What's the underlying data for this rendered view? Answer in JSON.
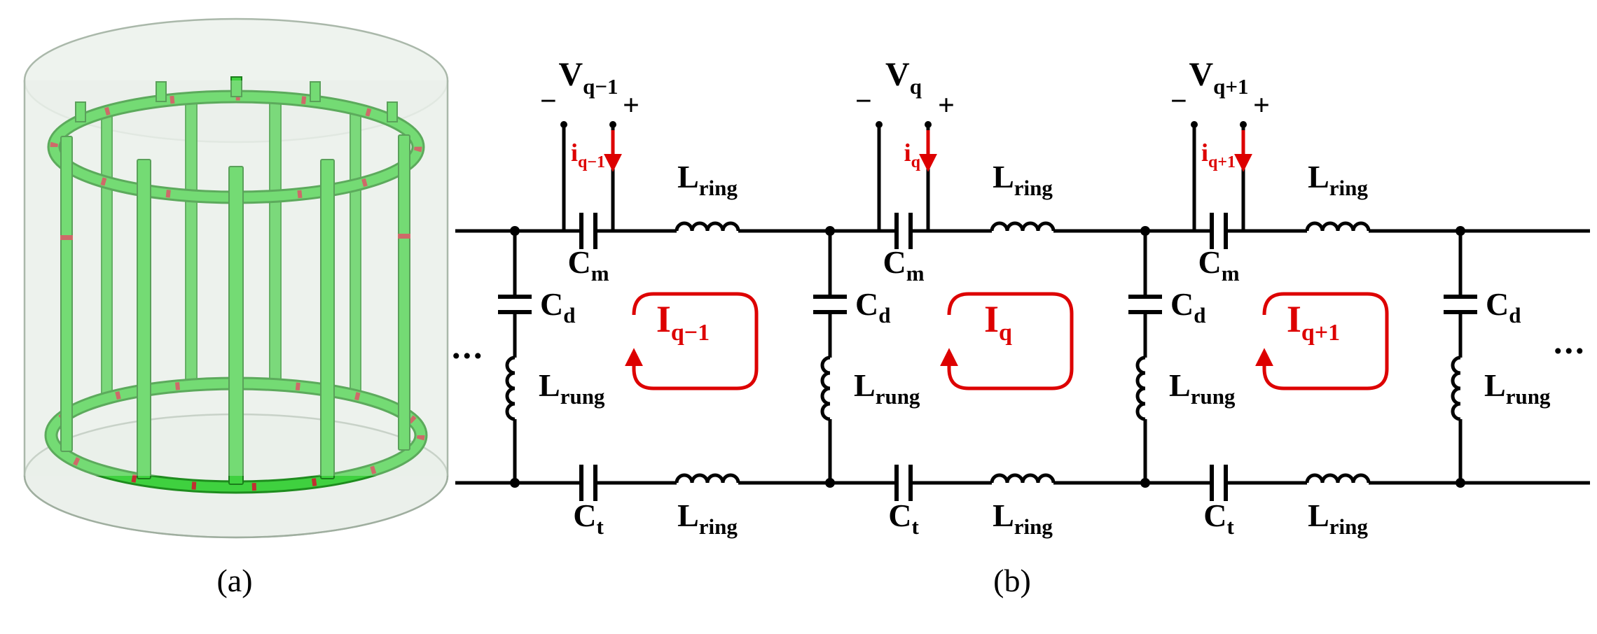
{
  "figure": {
    "caption_a": "(a)",
    "caption_b": "(b)"
  },
  "colors": {
    "wire": "#000000",
    "accent_red": "#dd0000",
    "coil_green": "#3fd13f",
    "coil_edge_green": "#1b7d1b",
    "capacitor_red": "#c03030",
    "cylinder_fill": "#e9efe9"
  },
  "circuit": {
    "ellipsis_left": "...",
    "ellipsis_right": "...",
    "labels": {
      "cm": {
        "main": "C",
        "sub": "m"
      },
      "cd": {
        "main": "C",
        "sub": "d"
      },
      "ct": {
        "main": "C",
        "sub": "t"
      },
      "lring": {
        "main": "L",
        "sub": "ring"
      },
      "lrung": {
        "main": "L",
        "sub": "rung"
      }
    },
    "cells": [
      {
        "v_main": "V",
        "v_sub": "q−1",
        "minus": "−",
        "plus": "+",
        "i_main": "i",
        "i_sub": "q−1",
        "loop_main": "I",
        "loop_sub": "q−1"
      },
      {
        "v_main": "V",
        "v_sub": "q",
        "minus": "−",
        "plus": "+",
        "i_main": "i",
        "i_sub": "q",
        "loop_main": "I",
        "loop_sub": "q"
      },
      {
        "v_main": "V",
        "v_sub": "q+1",
        "minus": "−",
        "plus": "+",
        "i_main": "i",
        "i_sub": "q+1",
        "loop_main": "I",
        "loop_sub": "q+1"
      }
    ]
  }
}
